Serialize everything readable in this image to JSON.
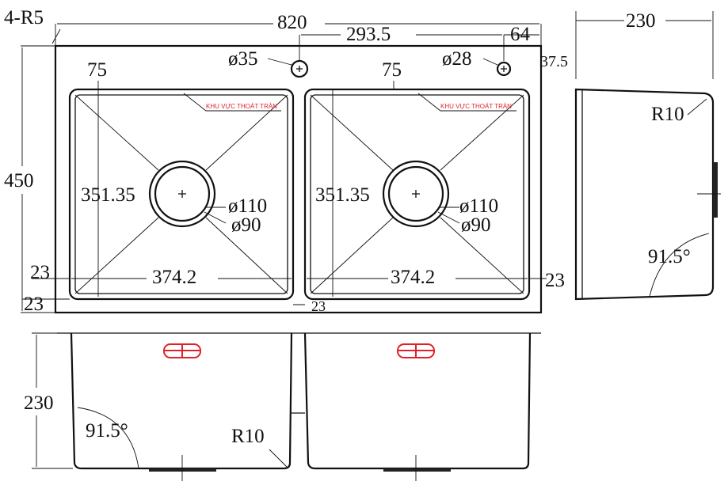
{
  "drawing": {
    "corner_radius_label": "4-R5",
    "overall_width": "820",
    "tap_hole_spacing": "293.5",
    "tap_hole_offset": "64",
    "depth_side": "230",
    "tap_hole_left_dia": "ø35",
    "tap_hole_right_dia": "ø28",
    "tap_hole_edge": "37.5",
    "bowl_margin_left": "75",
    "bowl_margin_right": "75",
    "side_radius": "R10",
    "overall_height": "450",
    "bowl_length_left": "351.35",
    "bowl_length_right": "351.35",
    "drain_outer_left": "ø110",
    "drain_inner_left": "ø90",
    "drain_outer_right": "ø110",
    "drain_inner_right": "ø90",
    "side_angle": "91.5°",
    "edge_left": "23",
    "edge_right": "23",
    "edge_bottom": "23",
    "divider": "23",
    "bowl_width_left": "374.2",
    "bowl_width_right": "374.2",
    "overflow_label_left": "KHU VỰC THOÁT TRÀN",
    "overflow_label_right": "KHU VỰC THOÁT TRÀN",
    "front_depth": "230",
    "front_angle": "91.5°",
    "front_radius": "R10"
  },
  "colors": {
    "line": "#111111",
    "overflow": "#e0202a"
  }
}
